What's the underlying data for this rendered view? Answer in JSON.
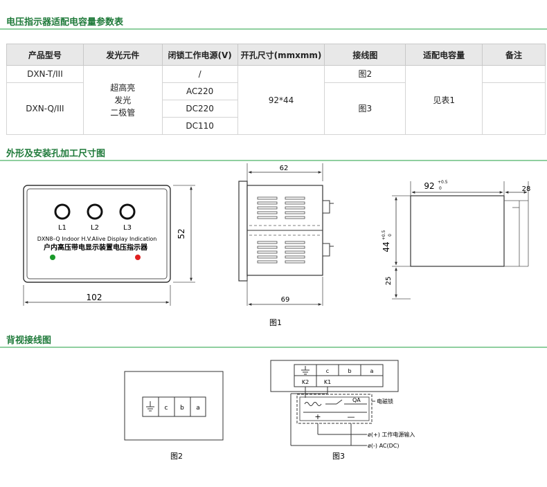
{
  "sections": {
    "spec_title": "电压指示器适配电容量参数表",
    "outline_title": "外形及安装孔加工尺寸图",
    "wiring_title": "背视接线图"
  },
  "table": {
    "headers": [
      "产品型号",
      "发光元件",
      "闭锁工作电源(V)",
      "开孔尺寸(mmxmm)",
      "接线图",
      "适配电容量",
      "备注"
    ],
    "row1_model": "DXN-T/III",
    "row2_model": "DXN-Q/III",
    "light_lines": [
      "超高亮",
      "发光",
      "二极管"
    ],
    "lock_none": "/",
    "lock_ac220": "AC220",
    "lock_dc220": "DC220",
    "lock_dc110": "DC110",
    "hole_size": "92*44",
    "wiring_1": "图2",
    "wiring_2": "图3",
    "capacity": "见表1"
  },
  "front_view": {
    "lamps": [
      "L1",
      "L2",
      "L3"
    ],
    "english": "DXN8–Q Indoor H.V.Alive Display Indication",
    "chinese": "户内高压带电显示装置电压指示器",
    "dim_width": "102",
    "dim_height": "52",
    "led_green": "#1a9a2a",
    "led_red": "#e02020"
  },
  "side_view": {
    "dim_top": "62",
    "dim_bottom": "69",
    "caption": "图1"
  },
  "cutout_view": {
    "dim_width": "92",
    "dim_width_tol_upper": "+0.5",
    "dim_width_tol_lower": "0",
    "dim_margin": "28",
    "dim_height": "44",
    "dim_height_tol_upper": "+0.5",
    "dim_height_tol_lower": "0",
    "dim_bottom": "25"
  },
  "fig2": {
    "terminals": [
      "c",
      "b",
      "a"
    ],
    "caption": "图2"
  },
  "fig3": {
    "terminals_top": [
      "c",
      "b",
      "a"
    ],
    "terminals_bottom": [
      "K2",
      "K1"
    ],
    "lock_label": "电磁锁",
    "qa_label": "QA",
    "plus_sign": "+",
    "minus_sign": "—",
    "power_plus": "ø(+) 工作电源输入",
    "power_minus": "ø(-) AC(DC)",
    "caption": "图3"
  },
  "colors": {
    "accent": "#1f7a3a",
    "rule": "#8fcf9f",
    "header_bg": "#e8e8e8"
  }
}
